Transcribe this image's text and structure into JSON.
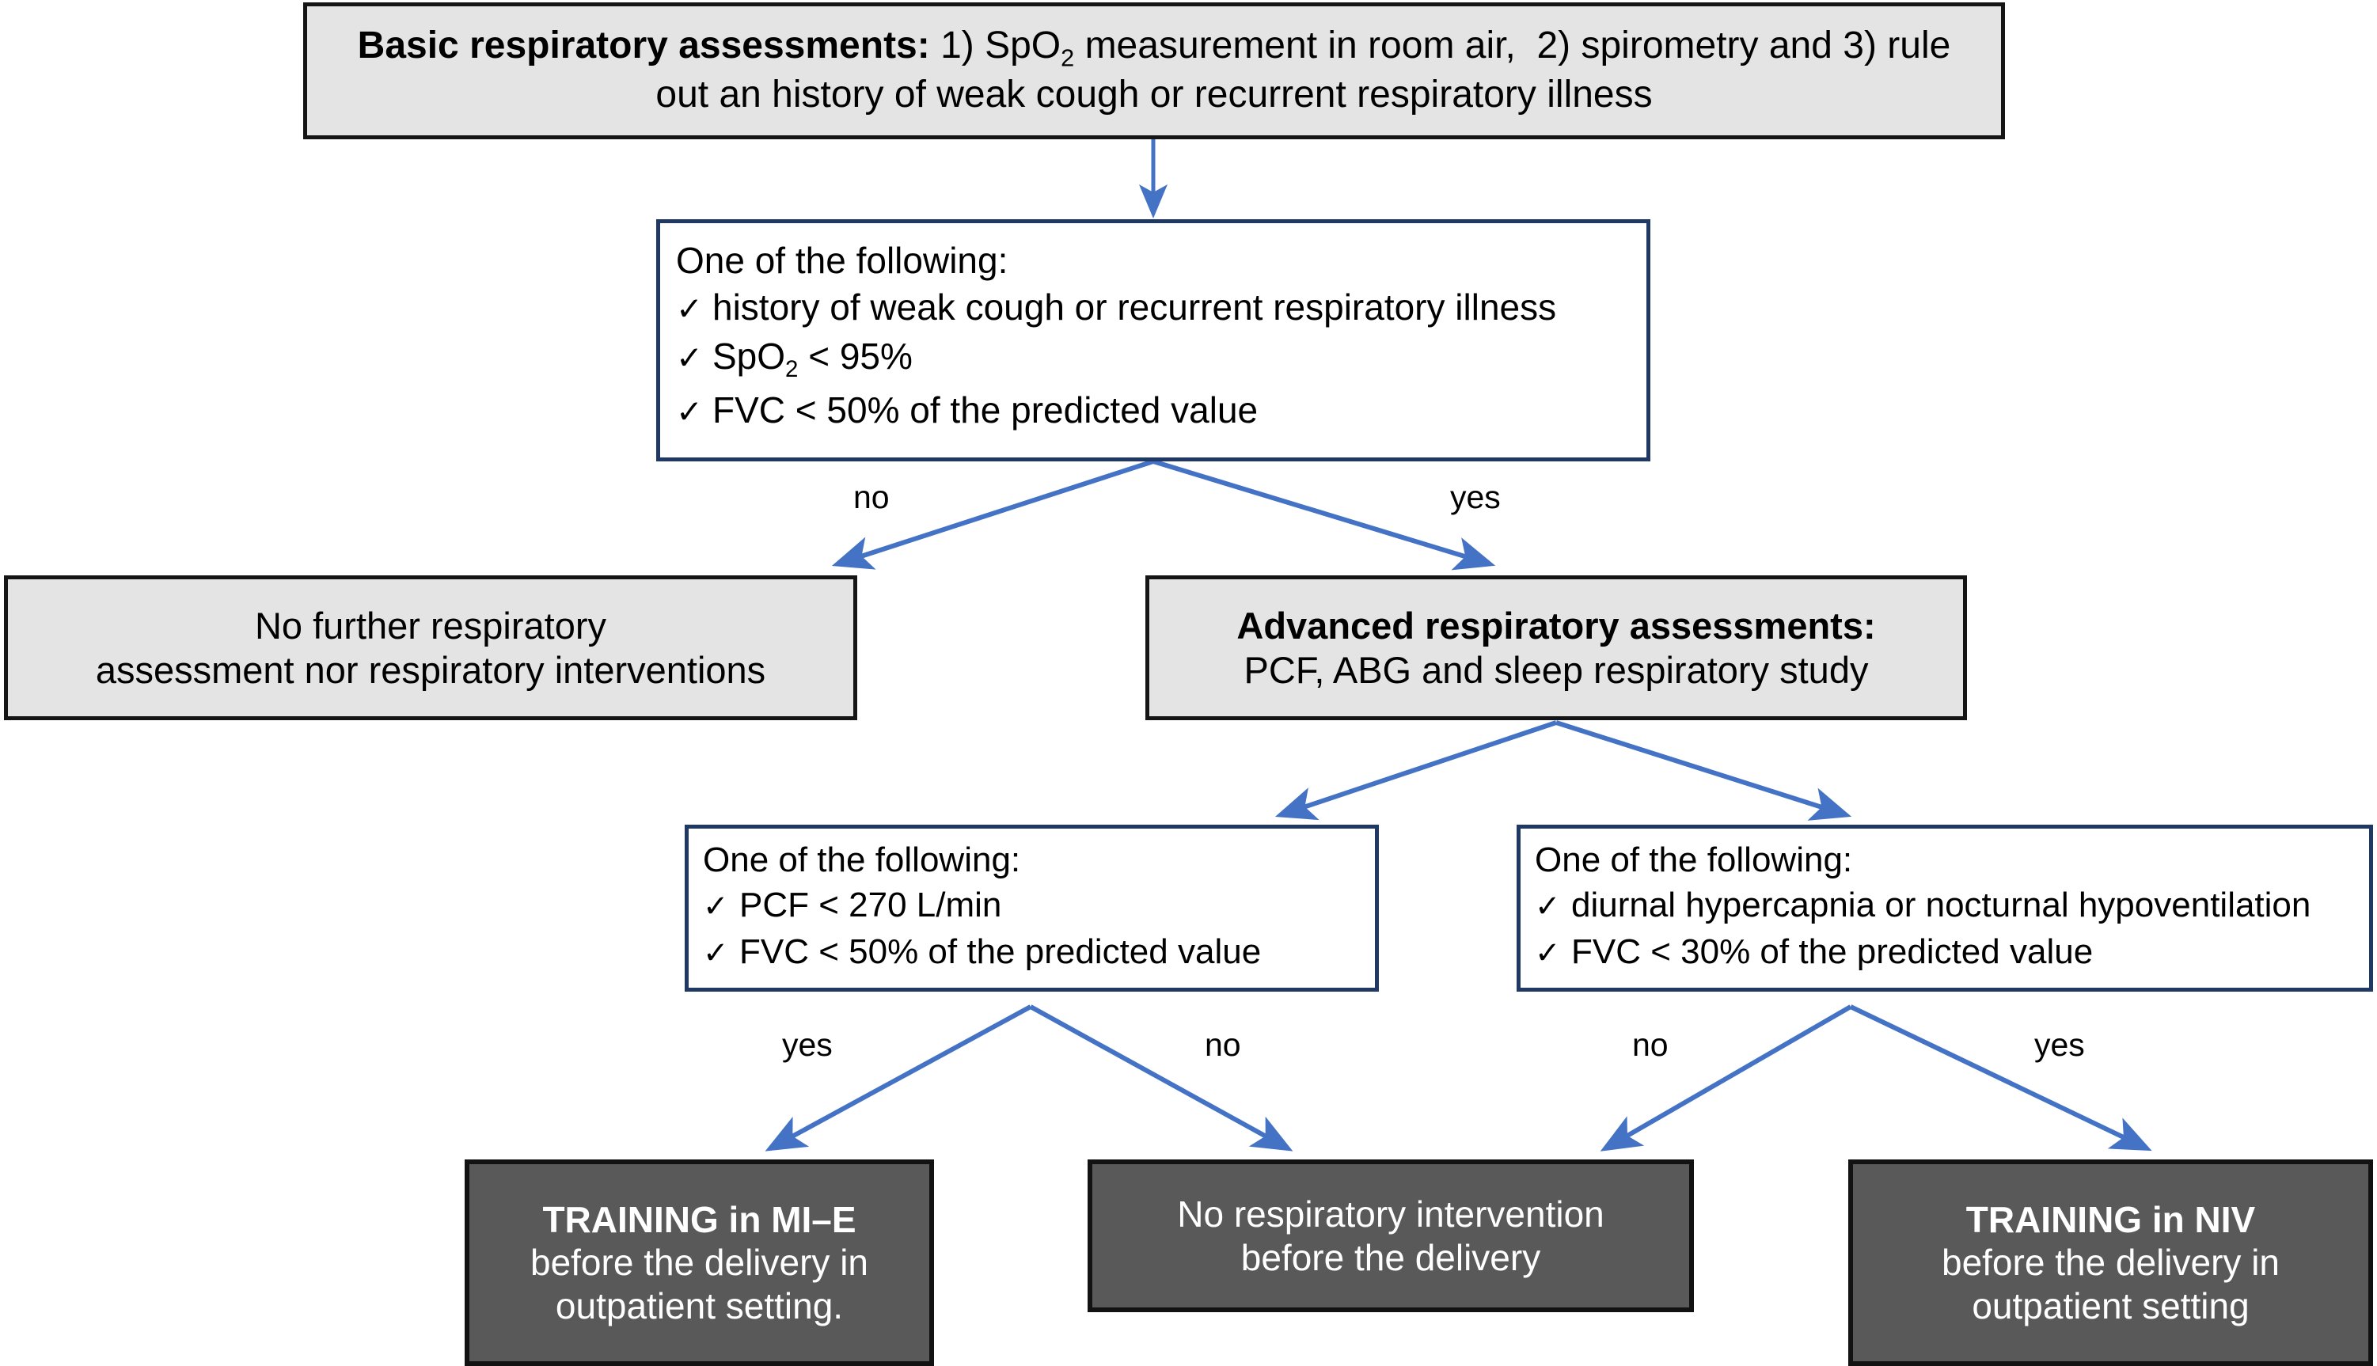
{
  "diagram": {
    "title": "Respiratory assessment algorithm before delivery",
    "colors": {
      "gray_fill": "#E4E4E4",
      "dark_fill": "#595959",
      "navy_border": "#1F3864",
      "black_border": "#151515",
      "arrow_blue": "#4472C4",
      "text_dark": "#000000",
      "text_light": "#FFFFFF"
    },
    "nodes": {
      "basic_assessments": {
        "bold_prefix": "Basic respiratory assessments:",
        "line1_rest": " 1) SpO₂ measurement in room air,  2) spirometry and 3) rule",
        "line2": "out an history of weak cough or recurrent respiratory illness"
      },
      "criteria_basic": {
        "heading": "One of the following:",
        "items": [
          "history of weak cough or recurrent respiratory illness",
          "SpO₂ < 95%",
          "FVC < 50% of the predicted value"
        ],
        "tick": "✓"
      },
      "no_further": {
        "line1": "No further respiratory",
        "line2": "assessment nor respiratory interventions"
      },
      "advanced_assessments": {
        "line1": "Advanced respiratory assessments:",
        "line2": "PCF, ABG and  sleep respiratory study"
      },
      "criteria_pcf": {
        "heading": "One of the following:",
        "items": [
          "PCF < 270 L/min",
          "FVC < 50% of the predicted value"
        ],
        "tick": "✓"
      },
      "criteria_ventilation": {
        "heading": "One of the following:",
        "items": [
          "diurnal hypercapnia or nocturnal hypoventilation",
          "FVC < 30% of the predicted value"
        ],
        "tick": "✓"
      },
      "training_mie": {
        "line1": "TRAINING in MI–E",
        "line2": "before the delivery in",
        "line3": "outpatient setting."
      },
      "no_intervention": {
        "line1": "No respiratory intervention",
        "line2": "before the delivery"
      },
      "training_niv": {
        "line1": "TRAINING in NIV",
        "line2": "before the delivery in",
        "line3": "outpatient setting"
      }
    },
    "edge_labels": {
      "basic_no": "no",
      "basic_yes": "yes",
      "pcf_yes": "yes",
      "pcf_no": "no",
      "vent_no": "no",
      "vent_yes": "yes"
    }
  }
}
